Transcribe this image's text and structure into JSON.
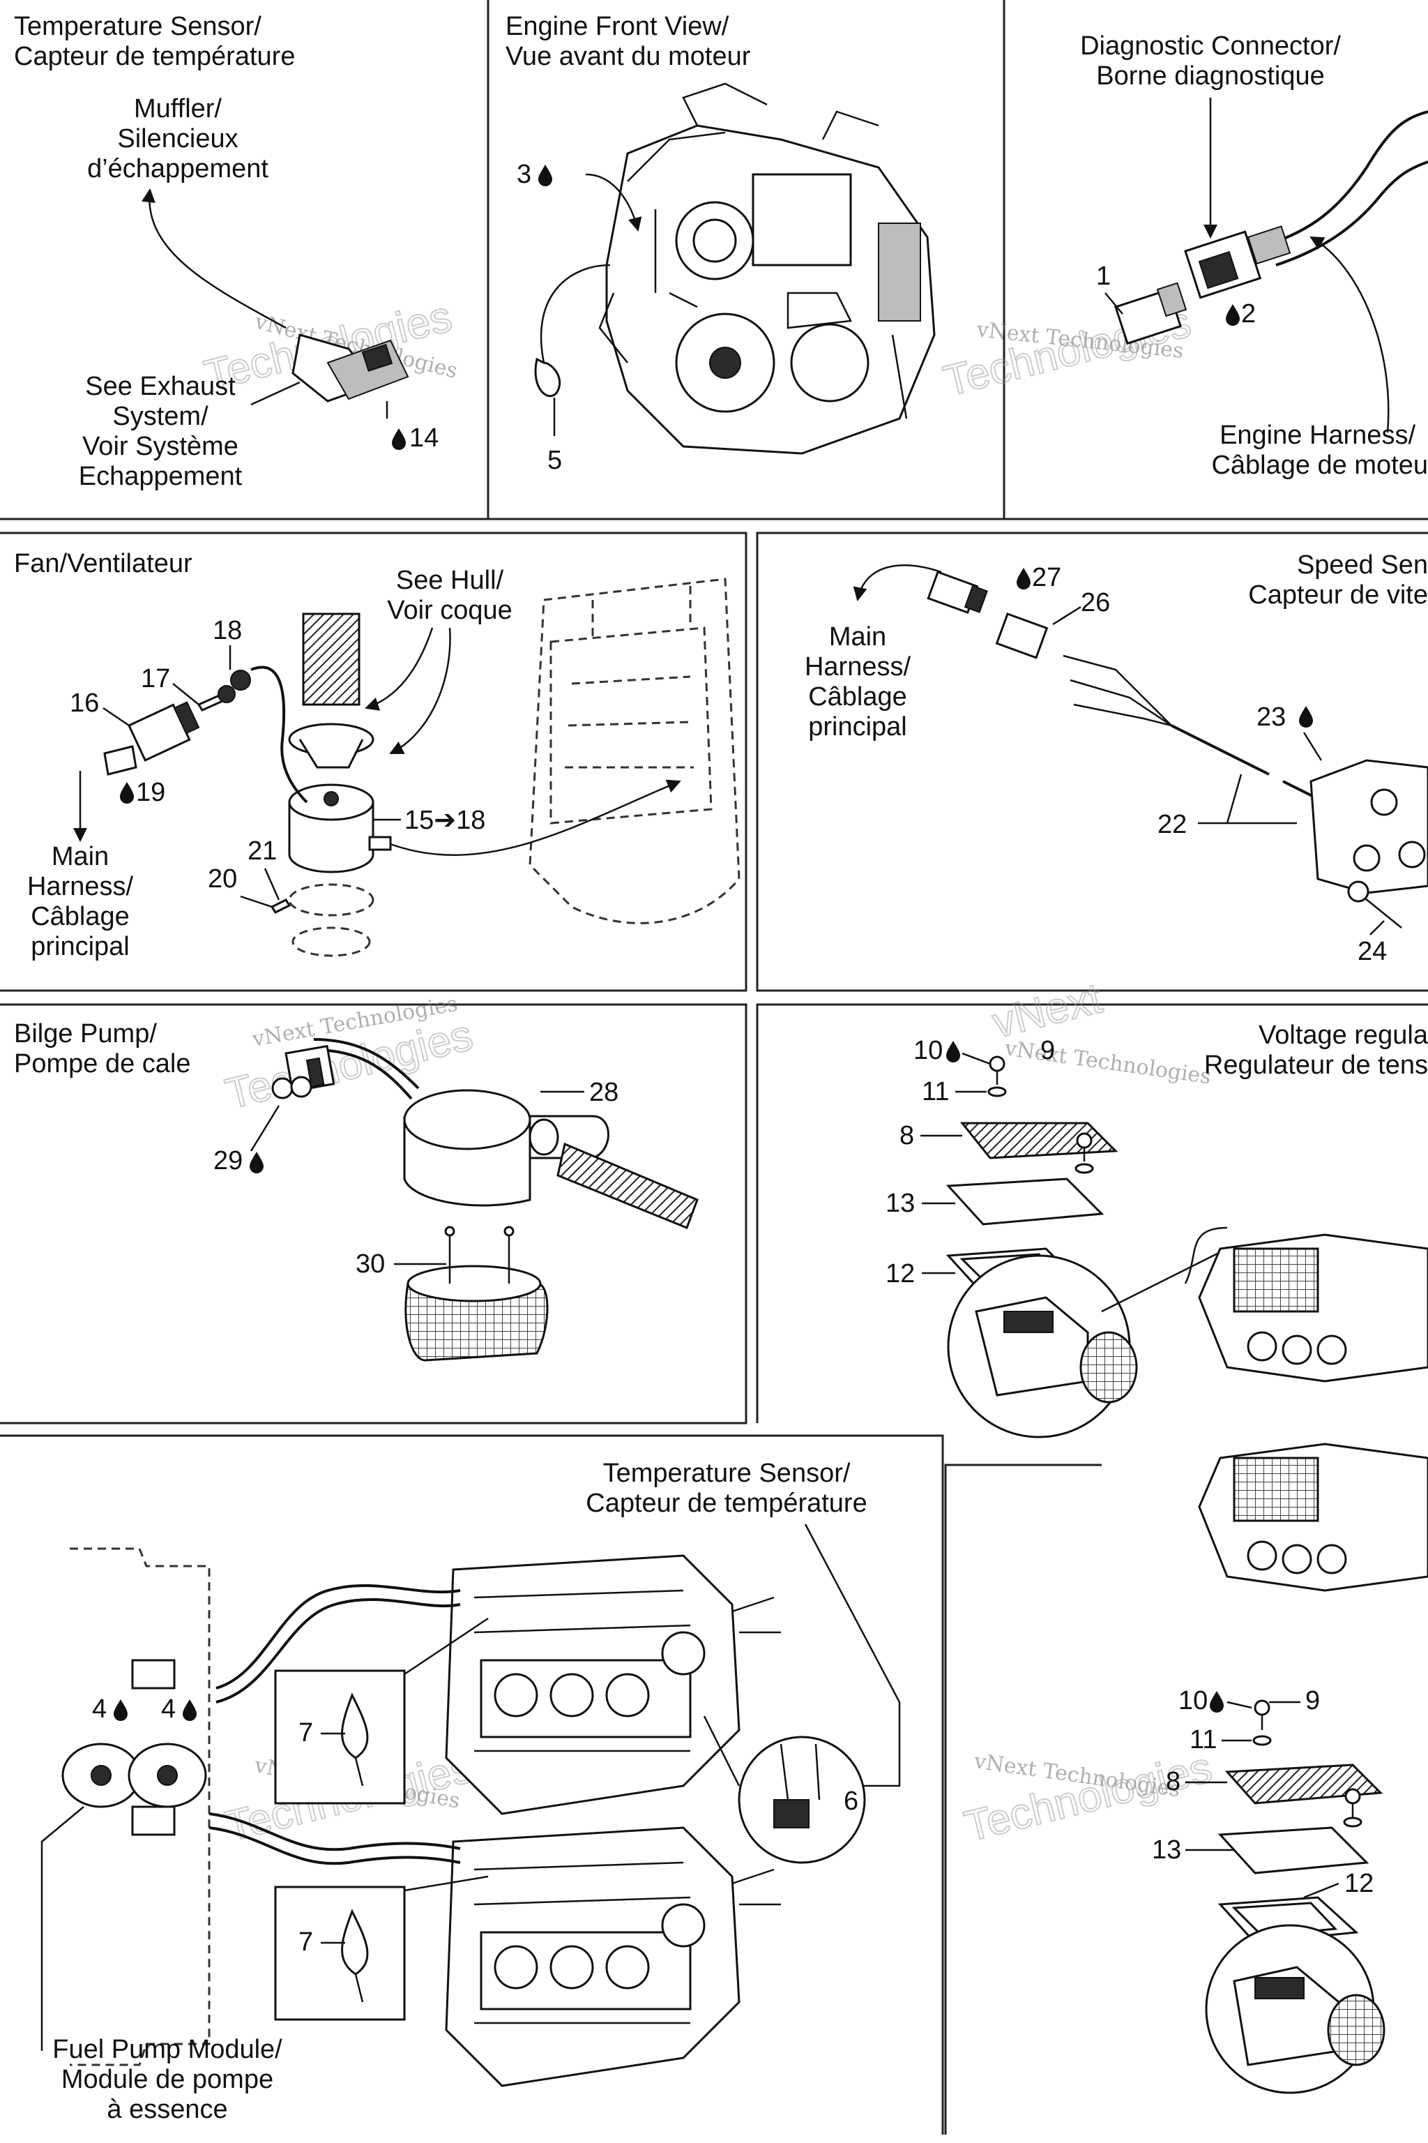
{
  "watermark": {
    "line1": "vNext Technologies",
    "line2": "Technologies",
    "line3": "vNext"
  },
  "panels": {
    "temp_sensor_top": {
      "title": [
        "Temperature Sensor/",
        "Capteur de température"
      ],
      "muffler": [
        "Muffler/",
        "Silencieux",
        "d’échappement"
      ],
      "exhaust": [
        "See Exhaust",
        "System/",
        "Voir Système",
        "Echappement"
      ],
      "part_14": "14"
    },
    "engine_front": {
      "title": [
        "Engine Front View/",
        "Vue avant du moteur"
      ],
      "part_3": "3",
      "part_5": "5"
    },
    "diagnostic": {
      "title": [
        "Diagnostic Connector/",
        "Borne diagnostique"
      ],
      "part_1": "1",
      "part_2": "2",
      "harness": [
        "Engine Harness/",
        "Câblage de moteu"
      ]
    },
    "fan": {
      "title": "Fan/Ventilateur",
      "see_hull": [
        "See Hull/",
        "Voir coque"
      ],
      "parts": [
        "15➔18",
        "16",
        "17",
        "18",
        "19",
        "20",
        "21"
      ],
      "main_harness": [
        "Main",
        "Harness/",
        "Câblage",
        "principal"
      ]
    },
    "speed_sensor": {
      "title": [
        "Speed Sen",
        "Capteur de vite"
      ],
      "main_harness": [
        "Main",
        "Harness/",
        "Câblage",
        "principal"
      ],
      "parts": [
        "22",
        "23",
        "24",
        "26",
        "27"
      ]
    },
    "bilge": {
      "title": [
        "Bilge Pump/",
        "Pompe de cale"
      ],
      "parts": [
        "28",
        "29",
        "30"
      ]
    },
    "voltage": {
      "title": [
        "Voltage regula",
        "Regulateur de tens"
      ],
      "parts_top": [
        "10",
        "9",
        "11",
        "8",
        "13",
        "12"
      ],
      "parts_bottom": [
        "10",
        "9",
        "11",
        "8",
        "13",
        "12"
      ]
    },
    "engines": {
      "temp_title": [
        "Temperature Sensor/",
        "Capteur de température"
      ],
      "parts": [
        "4",
        "4",
        "6",
        "7",
        "7"
      ],
      "fuel": [
        "Fuel Pump Module/",
        "Module de pompe",
        "à essence"
      ]
    }
  }
}
